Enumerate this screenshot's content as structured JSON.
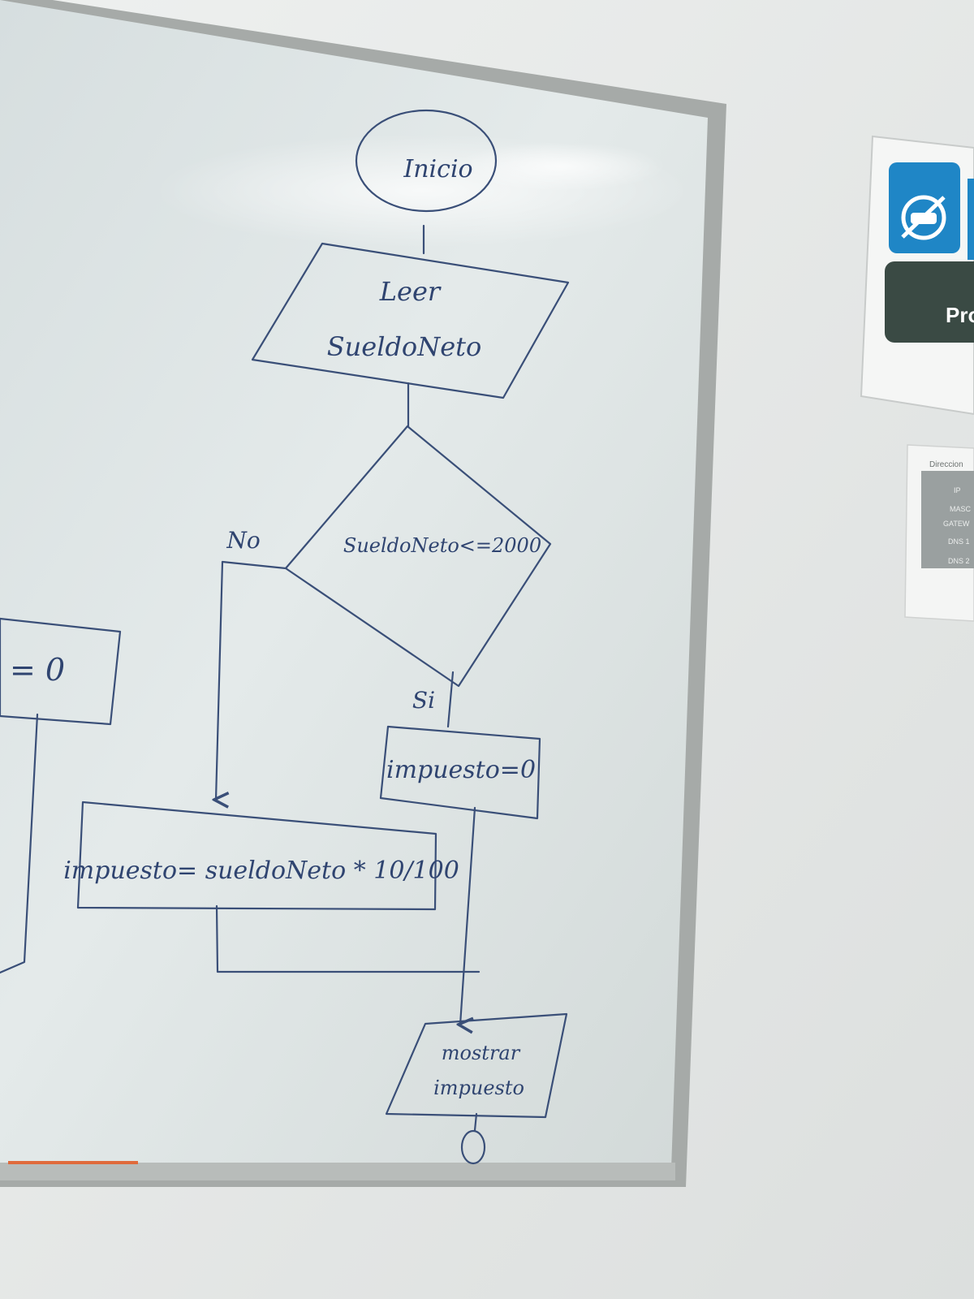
{
  "flowchart": {
    "start_label": "Inicio",
    "input_label_1": "Leer",
    "input_label_2": "SueldoNeto",
    "decision_label": "SueldoNeto<=2000",
    "branch_no_label": "No",
    "branch_yes_label": "Si",
    "assign_zero_label": "impuesto=0",
    "assign_tax_label": "impuesto= sueldoNeto * 10/100",
    "output_label_1": "mostrar",
    "output_label_2": "impuesto",
    "partial_left_label": "= 0"
  },
  "wall_sign": {
    "button_text": "Pro",
    "icon": "no-food-icon",
    "accent_color": "#1f86c6",
    "button_color": "#3a4a44"
  },
  "notice": {
    "lines": [
      "Direccion",
      "IP",
      "MASC",
      "GATEW",
      "DNS 1",
      "DNS 2"
    ]
  },
  "colors": {
    "ink": "#3a4f78",
    "board": "#dfe6e6",
    "frame": "#a6aaa8",
    "wall": "#e6e9e8"
  }
}
